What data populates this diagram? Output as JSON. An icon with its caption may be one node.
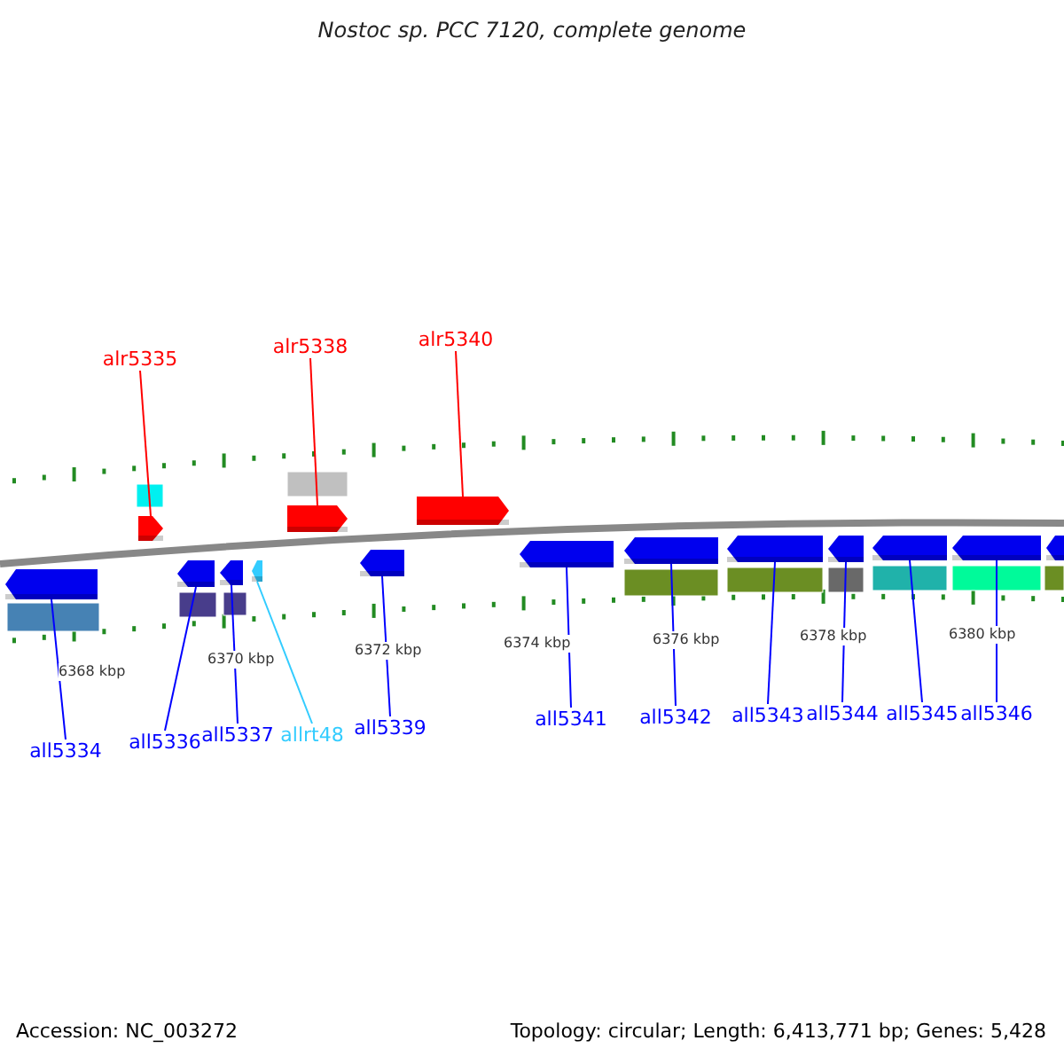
{
  "diagram": {
    "title": "Nostoc sp. PCC 7120, complete genome",
    "nodes": [
      {
        "text": [
          "alr5335"
        ]
      },
      {
        "text": [
          "alr5338"
        ]
      },
      {
        "text": [
          "alr5340"
        ]
      },
      {
        "text": [],
        "shape": "arrow"
      },
      {
        "text": [],
        "shape": "arrow"
      },
      {
        "text": [],
        "shape": "arrow"
      },
      {
        "text": [],
        "shape": "arrow"
      },
      {
        "text": [],
        "shape": "arrow"
      },
      {
        "text": [],
        "shape": "arrow"
      },
      {
        "text": [],
        "shape": "arrow"
      },
      {
        "text": [],
        "shape": "arrow"
      },
      {
        "text": [],
        "shape": "arrow"
      },
      {
        "text": [],
        "shape": "arrow"
      },
      {
        "text": [],
        "shape": "arrow"
      },
      {
        "text": [],
        "shape": "arrow"
      },
      {
        "text": [],
        "shape": "arrow"
      },
      {
        "text": [],
        "shape": "arrow"
      },
      {
        "text": [],
        "shape": "arrow"
      },
      {
        "text": [
          "all5334"
        ]
      },
      {
        "text": [
          "all5336"
        ]
      },
      {
        "text": [
          "all5337"
        ]
      },
      {
        "text": [
          "allrt48"
        ]
      },
      {
        "text": [
          "all5339"
        ]
      },
      {
        "text": [
          "all5341"
        ]
      },
      {
        "text": [
          "all5342"
        ]
      },
      {
        "text": [
          "all5343"
        ]
      },
      {
        "text": [
          "all5344"
        ]
      },
      {
        "text": [
          "all5345"
        ]
      },
      {
        "text": [
          "all5346"
        ]
      }
    ],
    "edges": [
      {
        "from": 0,
        "to": 3,
        "arrow": "none",
        "color": "#ff0000"
      },
      {
        "from": 1,
        "to": 4,
        "arrow": "none",
        "color": "#ff0000"
      },
      {
        "from": 2,
        "to": 5,
        "arrow": "none",
        "color": "#ff0000"
      },
      {
        "from": 18,
        "to": 6,
        "arrow": "none"
      },
      {
        "from": 19,
        "to": 7,
        "arrow": "none"
      },
      {
        "from": 20,
        "to": 8,
        "arrow": "none"
      },
      {
        "from": 21,
        "to": 9,
        "arrow": "none",
        "color": "#33ccff"
      },
      {
        "from": 22,
        "to": 10,
        "arrow": "none"
      },
      {
        "from": 23,
        "to": 11,
        "arrow": "none"
      },
      {
        "from": 24,
        "to": 12,
        "arrow": "none"
      },
      {
        "from": 25,
        "to": 13,
        "arrow": "none"
      },
      {
        "from": 26,
        "to": 14,
        "arrow": "none"
      },
      {
        "from": 27,
        "to": 15,
        "arrow": "none"
      },
      {
        "from": 28,
        "to": 16,
        "arrow": "none"
      }
    ],
    "labels": [
      "6368 kbp",
      "6370 kbp",
      "6372 kbp",
      "6374 kbp",
      "6376 kbp",
      "6378 kbp",
      "6380 kbp",
      "Accession: NC_003272",
      "Topology: circular; Length: 6,413,771 bp; Genes: 5,428"
    ]
  }
}
